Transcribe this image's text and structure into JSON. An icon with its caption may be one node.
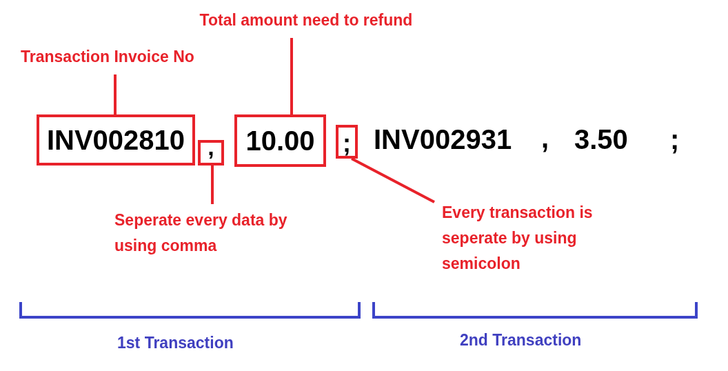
{
  "diagram": {
    "nodes": [
      {
        "text": [
          "Transaction Invoice No"
        ]
      },
      {
        "text": [
          "INV002810"
        ]
      },
      {
        "text": [
          ","
        ]
      },
      {
        "text": [
          "Total amount need to refund"
        ]
      },
      {
        "text": [
          "10.00"
        ]
      },
      {
        "text": [
          ";"
        ]
      },
      {
        "text": [
          "Seperate every data by using comma"
        ]
      },
      {
        "text": [
          "Every transaction is seperate by using semicolon"
        ]
      }
    ],
    "edges": [
      {
        "from": 0,
        "to": 1,
        "arrow": "none"
      },
      {
        "from": 3,
        "to": 4,
        "arrow": "none"
      },
      {
        "from": 6,
        "to": 2,
        "arrow": "none"
      },
      {
        "from": 7,
        "to": 5,
        "arrow": "none"
      }
    ],
    "labels": [
      "INV002931",
      ",",
      "3.50",
      ";",
      "1st Transaction",
      "2nd Transaction"
    ]
  }
}
